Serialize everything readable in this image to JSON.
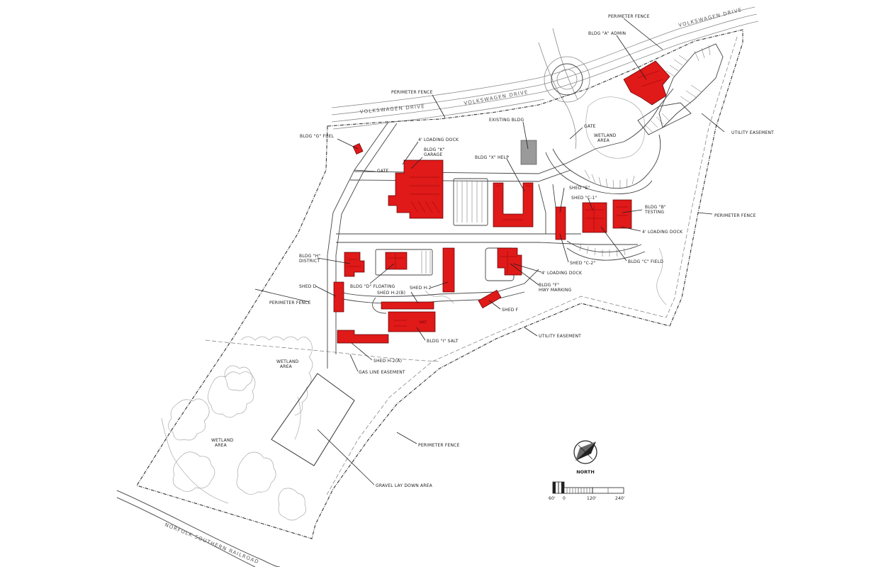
{
  "roads": {
    "volkswagen_drive_upper": "VOLKSWAGEN DRIVE",
    "volkswagen_drive_lower": "VOLKSWAGEN DRIVE",
    "volkswagen_drive_mid": "VOLKSWAGEN DRIVE",
    "railroad": "NORFOLK SOUTHERN RAILROAD"
  },
  "labels": {
    "perimeter_fence_top": "PERIMETER FENCE",
    "bldg_a": [
      "BLDG \"A\" ADMIN"
    ],
    "perimeter_fence_north": "PERIMETER FENCE",
    "bldg_g": "BLDG \"G\" FUEL",
    "loading_dock_k": "4' LOADING DOCK",
    "bldg_k": [
      "BLDG \"K\"",
      "GARAGE"
    ],
    "existing_bldg": "EXISTING BLDG",
    "gate_north": "GATE",
    "wetland_north": [
      "WETLAND",
      "AREA"
    ],
    "utility_easement_east": "UTILITY EASEMENT",
    "bldg_x": "BLDG \"X\" HELP",
    "gate_west": "GATE",
    "shed_e": "SHED \"E\"",
    "shed_c1": "SHED \"C-1\"",
    "bldg_b": [
      "BLDG \"B\"",
      "TESTING"
    ],
    "perimeter_fence_east": "PERIMETER FENCE",
    "loading_dock_b": "4' LOADING DOCK",
    "bldg_h": [
      "BLDG \"H\"",
      "DISTRICT"
    ],
    "shed_c2": "SHED \"C-2\"",
    "bldg_c": "BLDG \"C\" FIELD",
    "loading_dock_f": "4' LOADING DOCK",
    "shed_d": "SHED D",
    "bldg_d": "BLDG \"D\" FLOATING",
    "shed_h2": "SHED H-2",
    "bldg_f": [
      "BLDG \"F\"",
      "HWY MARKING"
    ],
    "shed_h2b": "SHED H-2(B)",
    "perimeter_fence_west": "PERIMETER FENCE",
    "shed_f": "SHED F",
    "utility_easement_south": "UTILITY EASEMENT",
    "bldg_i": "BLDG \"I\" SALT",
    "salt_text": "SALT",
    "shed_h2a": "SHED H-2(A)",
    "gas_line": "GAS LINE EASEMENT",
    "wetland_west": [
      "WETLAND",
      "AREA"
    ],
    "wetland_sw": [
      "WETLAND",
      "AREA"
    ],
    "perimeter_fence_south": "PERIMETER FENCE",
    "gravel": "GRAVEL LAY DOWN AREA"
  },
  "north_arrow": {
    "label": "NORTH",
    "icon": "north-arrow-icon"
  },
  "scale_bar": {
    "ticks": [
      "60'",
      "0",
      "120'",
      "240'"
    ]
  },
  "colors": {
    "building": "#e01919",
    "existing": "#9a9a9a",
    "line": "#333333"
  }
}
